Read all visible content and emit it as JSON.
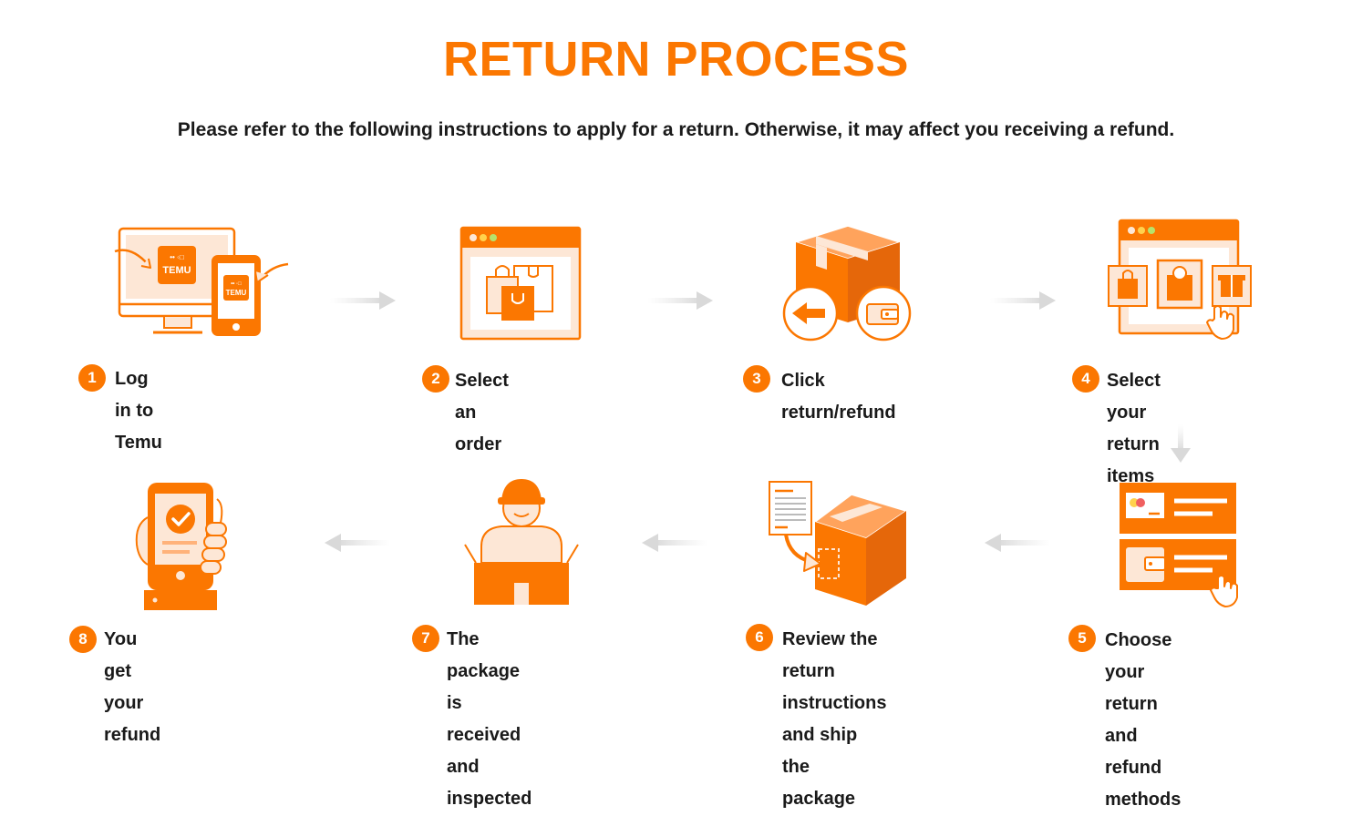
{
  "header": {
    "title": "RETURN PROCESS",
    "subtitle": "Please refer to the following instructions to apply for a return. Otherwise, it may affect you receiving a refund."
  },
  "brand": {
    "logo_text": "TEMU",
    "accent": "#fb7701",
    "light": "#fde7d6"
  },
  "steps": [
    {
      "number": "1",
      "label": "Log in to Temu",
      "icon": "devices-login-icon"
    },
    {
      "number": "2",
      "label": "Select an order",
      "icon": "browser-order-icon"
    },
    {
      "number": "3",
      "label": "Click return/refund",
      "icon": "package-return-icon"
    },
    {
      "number": "4",
      "label": "Select your return\nitems",
      "icon": "browser-items-icon"
    },
    {
      "number": "5",
      "label": "Choose your return\nand refund methods",
      "icon": "payment-methods-icon"
    },
    {
      "number": "6",
      "label": "Review the return\ninstructions and ship\nthe package",
      "icon": "ship-package-icon"
    },
    {
      "number": "7",
      "label": "The package is\nreceived and inspected",
      "icon": "inspect-package-icon"
    },
    {
      "number": "8",
      "label": "You get your refund",
      "icon": "phone-refund-icon"
    }
  ]
}
